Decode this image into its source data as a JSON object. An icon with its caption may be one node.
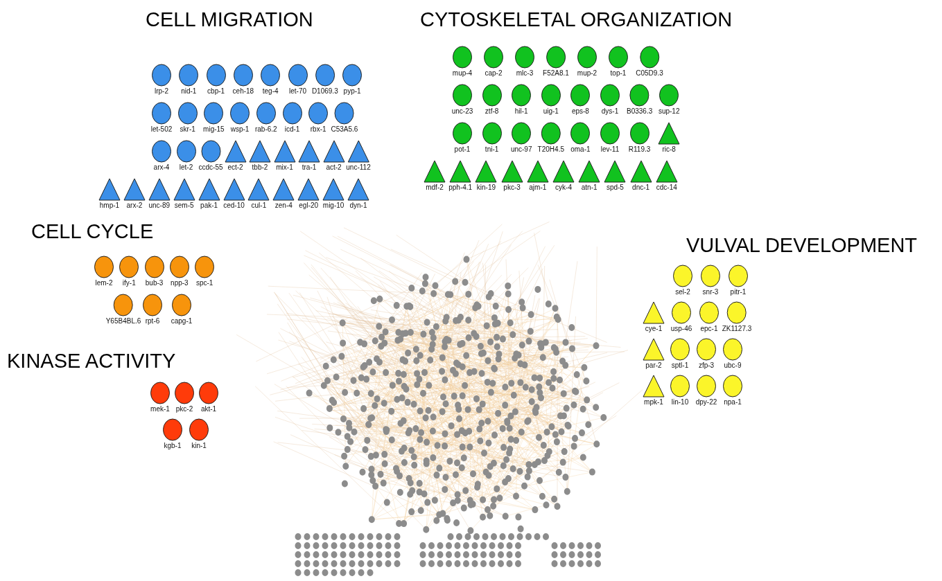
{
  "diagram": {
    "nodes": [
      {
        "text": [
          "lrp-2"
        ]
      },
      {
        "text": [
          "nid-1"
        ]
      },
      {
        "text": [
          "cbp-1"
        ]
      },
      {
        "text": [
          "ceh-18"
        ]
      },
      {
        "text": [
          "teg-4"
        ]
      },
      {
        "text": [
          "let-70"
        ]
      },
      {
        "text": [
          "D1069.3"
        ]
      },
      {
        "text": [
          "pyp-1"
        ]
      },
      {
        "text": [
          "let-502"
        ]
      },
      {
        "text": [
          "skr-1"
        ]
      },
      {
        "text": [
          "mig-15"
        ]
      },
      {
        "text": [
          "wsp-1"
        ]
      },
      {
        "text": [
          "rab-6.2"
        ]
      },
      {
        "text": [
          "icd-1"
        ]
      },
      {
        "text": [
          "rbx-1"
        ]
      },
      {
        "text": [
          "C53A5.6"
        ]
      },
      {
        "text": [
          "arx-4"
        ]
      },
      {
        "text": [
          "let-2"
        ]
      },
      {
        "text": [
          "ccdc-55"
        ]
      },
      {
        "text": [
          "ect-2"
        ]
      },
      {
        "text": [
          "tbb-2"
        ]
      },
      {
        "text": [
          "mix-1"
        ]
      },
      {
        "text": [
          "tra-1"
        ]
      },
      {
        "text": [
          "act-2"
        ]
      },
      {
        "text": [
          "unc-112"
        ]
      },
      {
        "text": [
          "hmp-1"
        ]
      },
      {
        "text": [
          "arx-2"
        ]
      },
      {
        "text": [
          "unc-89"
        ]
      },
      {
        "text": [
          "sem-5"
        ]
      },
      {
        "text": [
          "pak-1"
        ]
      },
      {
        "text": [
          "ced-10"
        ]
      },
      {
        "text": [
          "cul-1"
        ]
      },
      {
        "text": [
          "zen-4"
        ]
      },
      {
        "text": [
          "egl-20"
        ]
      },
      {
        "text": [
          "mig-10"
        ]
      },
      {
        "text": [
          "dyn-1"
        ]
      },
      {
        "text": [
          "mup-4"
        ]
      },
      {
        "text": [
          "cap-2"
        ]
      },
      {
        "text": [
          "mlc-3"
        ]
      },
      {
        "text": [
          "F52A8.1"
        ]
      },
      {
        "text": [
          "mup-2"
        ]
      },
      {
        "text": [
          "top-1"
        ]
      },
      {
        "text": [
          "C05D9.3"
        ]
      },
      {
        "text": [
          "unc-23"
        ]
      },
      {
        "text": [
          "ztf-8"
        ]
      },
      {
        "text": [
          "hil-1"
        ]
      },
      {
        "text": [
          "uig-1"
        ]
      },
      {
        "text": [
          "eps-8"
        ]
      },
      {
        "text": [
          "dys-1"
        ]
      },
      {
        "text": [
          "B0336.3"
        ]
      },
      {
        "text": [
          "sup-12"
        ]
      },
      {
        "text": [
          "pot-1"
        ]
      },
      {
        "text": [
          "tni-1"
        ]
      },
      {
        "text": [
          "unc-97"
        ]
      },
      {
        "text": [
          "T20H4.5"
        ]
      },
      {
        "text": [
          "oma-1"
        ]
      },
      {
        "text": [
          "lev-11"
        ]
      },
      {
        "text": [
          "R119.3"
        ]
      },
      {
        "text": [
          "ric-8"
        ]
      },
      {
        "text": [
          "mdf-2"
        ]
      },
      {
        "text": [
          "pph-4.1"
        ]
      },
      {
        "text": [
          "kin-19"
        ]
      },
      {
        "text": [
          "pkc-3"
        ]
      },
      {
        "text": [
          "ajm-1"
        ]
      },
      {
        "text": [
          "cyk-4"
        ]
      },
      {
        "text": [
          "atn-1"
        ]
      },
      {
        "text": [
          "spd-5"
        ]
      },
      {
        "text": [
          "dnc-1"
        ]
      },
      {
        "text": [
          "cdc-14"
        ]
      },
      {
        "text": [
          "lem-2"
        ]
      },
      {
        "text": [
          "ify-1"
        ]
      },
      {
        "text": [
          "bub-3"
        ]
      },
      {
        "text": [
          "npp-3"
        ]
      },
      {
        "text": [
          "spc-1"
        ]
      },
      {
        "text": [
          "Y65B4BL.6"
        ]
      },
      {
        "text": [
          "rpt-6"
        ]
      },
      {
        "text": [
          "capg-1"
        ]
      },
      {
        "text": [
          "mek-1"
        ]
      },
      {
        "text": [
          "pkc-2"
        ]
      },
      {
        "text": [
          "akt-1"
        ]
      },
      {
        "text": [
          "kgb-1"
        ]
      },
      {
        "text": [
          "kin-1"
        ]
      },
      {
        "text": [
          "sel-2"
        ]
      },
      {
        "text": [
          "snr-3"
        ]
      },
      {
        "text": [
          "pitr-1"
        ]
      },
      {
        "text": [
          "cye-1"
        ]
      },
      {
        "text": [
          "usp-46"
        ]
      },
      {
        "text": [
          "epc-1"
        ]
      },
      {
        "text": [
          "ZK1127.3"
        ]
      },
      {
        "text": [
          "par-2"
        ]
      },
      {
        "text": [
          "sptl-1"
        ]
      },
      {
        "text": [
          "zfp-3"
        ]
      },
      {
        "text": [
          "ubc-9"
        ]
      },
      {
        "text": [
          "mpk-1"
        ]
      },
      {
        "text": [
          "lin-10"
        ]
      },
      {
        "text": [
          "dpy-22"
        ]
      },
      {
        "text": [
          "npa-1"
        ]
      }
    ],
    "labels": [
      "CELL MIGRATION",
      "CYTOSKELETAL ORGANIZATION",
      "CELL CYCLE",
      "VULVAL DEVELOPMENT",
      "KINASE ACTIVITY"
    ]
  }
}
